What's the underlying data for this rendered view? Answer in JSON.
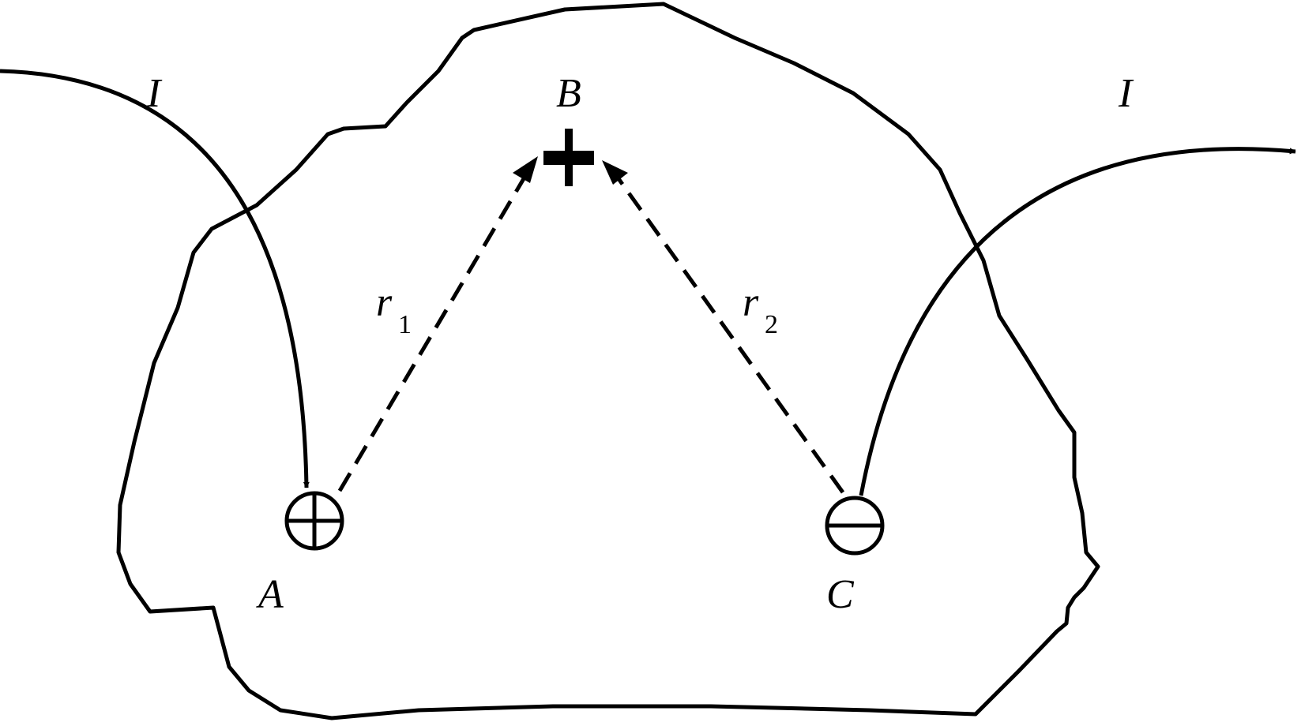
{
  "labels": {
    "current_in": "I",
    "current_out": "I",
    "point_a": "A",
    "point_b": "B",
    "point_c": "C",
    "r1_letter": "r",
    "r1_sub": "1",
    "r2_letter": "r",
    "r2_sub": "2"
  },
  "colors": {
    "stroke": "#000000",
    "background": "#ffffff"
  },
  "icons": {
    "electrode_a": "circle-plus-icon",
    "electrode_c": "circle-minus-icon",
    "point_b": "plus-marker-icon"
  }
}
